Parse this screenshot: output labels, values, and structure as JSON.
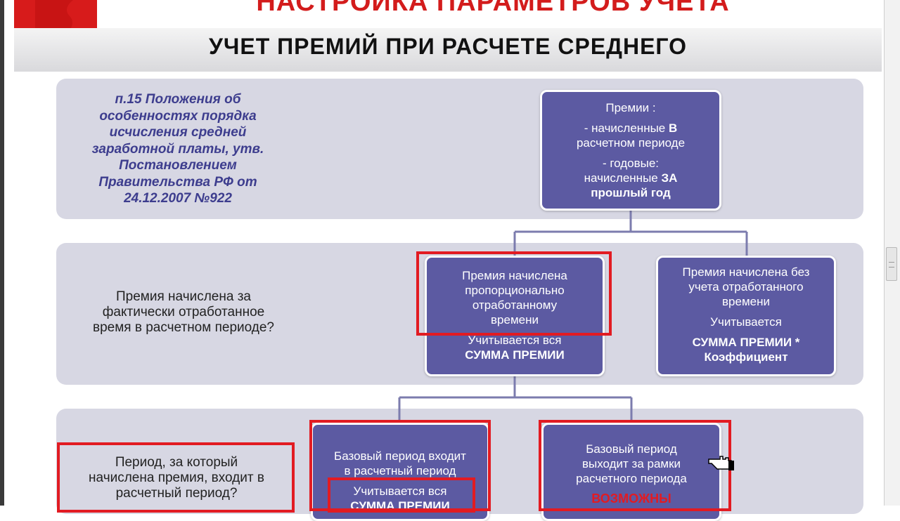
{
  "header": {
    "top_title": "НАСТРОЙКА ПАРАМЕТРОВ УЧЕТА",
    "subtitle": "УЧЕТ ПРЕМИЙ ПРИ РАСЧЕТЕ СРЕДНЕГО"
  },
  "citation": {
    "lines": [
      "п.15 Положения об",
      "особенностях порядка",
      "исчисления средней",
      "заработной платы, утв.",
      "Постановлением",
      "Правительства РФ от",
      "24.12.2007 №922"
    ]
  },
  "top_box": {
    "heading": "Премии :",
    "accrued_prefix": "- начисленные ",
    "accrued_emph": "В",
    "accrued_rest": "расчетном периоде",
    "annual_line": "-  годовые:",
    "annual_prefix": "начисленные ",
    "annual_emph": "ЗА",
    "annual_emph2": "прошлый год"
  },
  "question1": {
    "lines": [
      "Премия начислена за",
      "фактически отработанное",
      "время в расчетном периоде?"
    ]
  },
  "left_box": {
    "lines": [
      "Премия начислена",
      "пропорционально",
      "отработанному",
      "времени"
    ],
    "counts": "Учитывается вся",
    "sum": "СУММА ПРЕМИИ"
  },
  "right_box": {
    "lines": [
      "Премия начислена без",
      "учета отработанного",
      "времени"
    ],
    "counts": "Учитывается",
    "sum": "СУММА ПРЕМИИ *",
    "coef": "Коэффициент"
  },
  "question2": {
    "lines": [
      "Период, за который",
      "начислена премия, входит в",
      "расчетный период?"
    ]
  },
  "bottom_left_box": {
    "lines": [
      "Базовый период входит",
      "в расчетный период"
    ],
    "counts": "Учитывается вся",
    "sum": "СУММА ПРЕМИИ"
  },
  "bottom_right_box": {
    "lines": [
      "Базовый период",
      "выходит за рамки",
      "расчетного периода"
    ],
    "possible": "ВОЗМОЖНЫ"
  },
  "colors": {
    "accent_red": "#e21b22",
    "box_purple": "#5c5aa2",
    "panel_lavender": "#d7d7e3",
    "citation_blue": "#3d3d8e"
  },
  "icons": [
    "logo-mark",
    "hand-pointer-cursor-icon"
  ]
}
